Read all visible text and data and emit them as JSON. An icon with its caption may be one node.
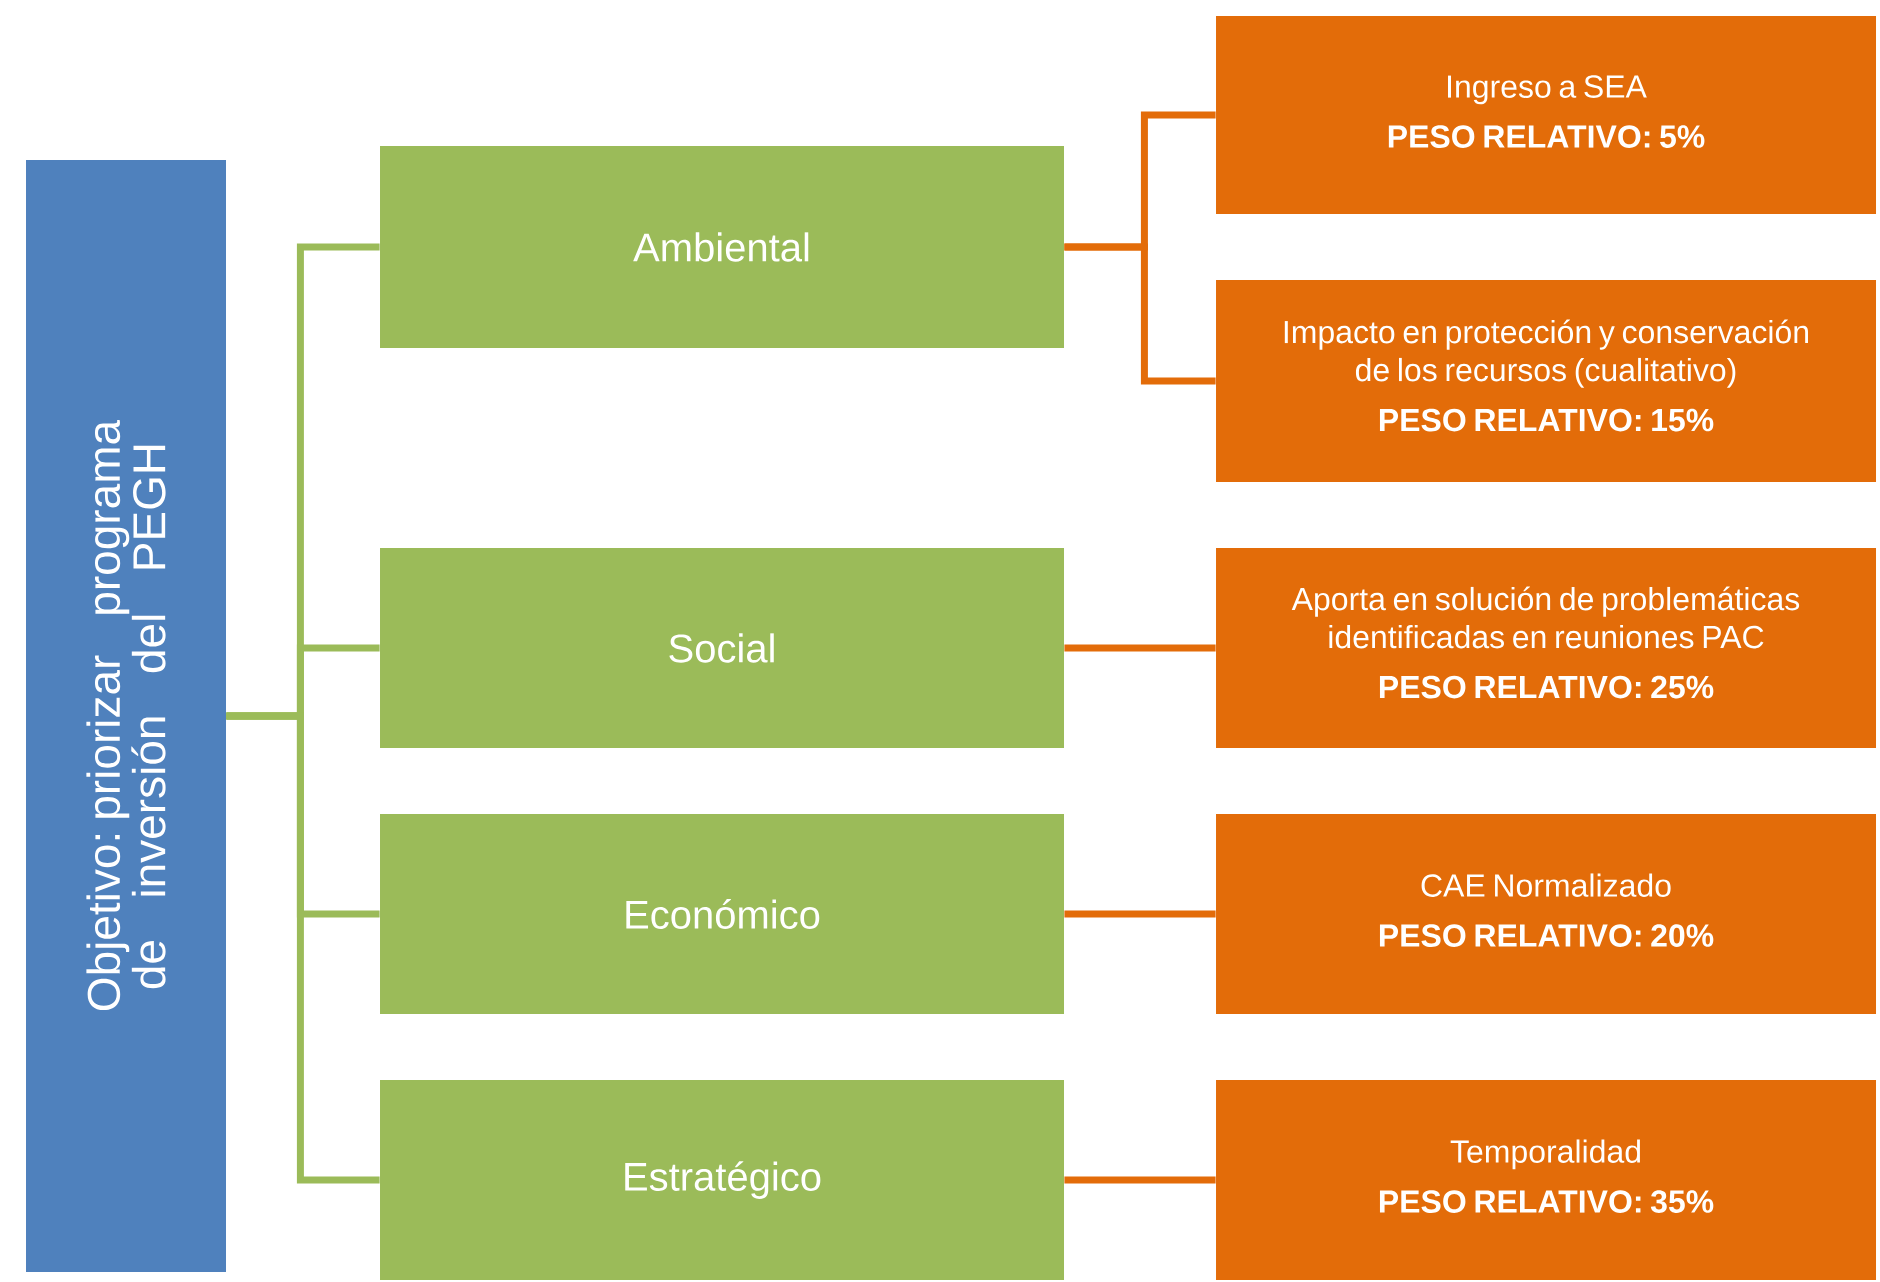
{
  "diagram": {
    "nodes": [
      {
        "text": [
          "Objetivo: priorizar programa de inversión del PEGH"
        ]
      },
      {
        "text": [
          "Ambiental"
        ]
      },
      {
        "text": [
          "Social"
        ]
      },
      {
        "text": [
          "Económico"
        ]
      },
      {
        "text": [
          "Estratégico"
        ]
      },
      {
        "text": [
          "Ingreso a SEA",
          "PESO RELATIVO: 5%"
        ]
      },
      {
        "text": [
          "Impacto en protección y conservación de los recursos (cualitativo)",
          "PESO RELATIVO: 15%"
        ]
      },
      {
        "text": [
          "Aporta en solución de problemáticas identificadas en reuniones PAC",
          "PESO RELATIVO: 25%"
        ]
      },
      {
        "text": [
          "CAE Normalizado",
          "PESO RELATIVO: 20%"
        ]
      },
      {
        "text": [
          "Temporalidad",
          "PESO RELATIVO: 35%"
        ]
      }
    ],
    "edges": [
      {
        "from": 0,
        "to": 1,
        "arrow": "none",
        "color": "#9bbb59"
      },
      {
        "from": 0,
        "to": 2,
        "arrow": "none",
        "color": "#9bbb59"
      },
      {
        "from": 0,
        "to": 3,
        "arrow": "none",
        "color": "#9bbb59"
      },
      {
        "from": 0,
        "to": 4,
        "arrow": "none",
        "color": "#9bbb59"
      },
      {
        "from": 1,
        "to": 5,
        "arrow": "none"
      },
      {
        "from": 1,
        "to": 6,
        "arrow": "none"
      },
      {
        "from": 2,
        "to": 7,
        "arrow": "none"
      },
      {
        "from": 3,
        "to": 8,
        "arrow": "none"
      },
      {
        "from": 4,
        "to": 9,
        "arrow": "none"
      }
    ]
  }
}
